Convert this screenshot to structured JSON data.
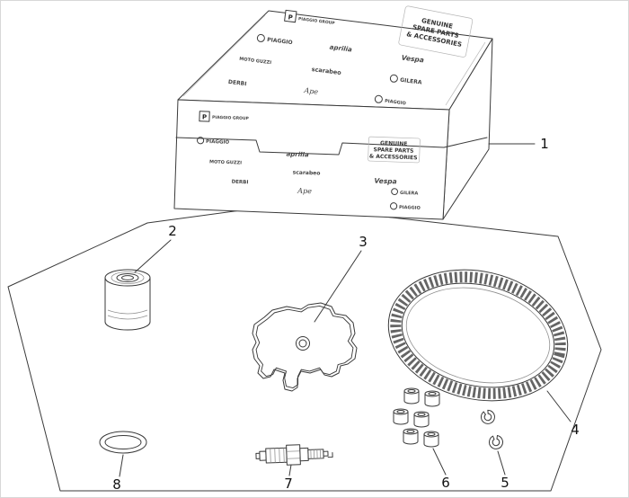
{
  "colors": {
    "line": "#3a3a3a",
    "background": "#ffffff"
  },
  "callouts": {
    "c1": "1",
    "c2": "2",
    "c3": "3",
    "c4": "4",
    "c5": "5",
    "c6": "6",
    "c7": "7",
    "c8": "8"
  },
  "box": {
    "group_letter": "P",
    "group_name": "PIAGGIO GROUP",
    "genuine": {
      "line1": "GENUINE",
      "line2": "SPARE PARTS",
      "line3": "& ACCESSORIES"
    },
    "brands": [
      "PIAGGIO",
      "aprilia",
      "Vespa",
      "MOTO GUZZI",
      "scarabeo",
      "GILERA",
      "DERBI",
      "Ape"
    ]
  }
}
